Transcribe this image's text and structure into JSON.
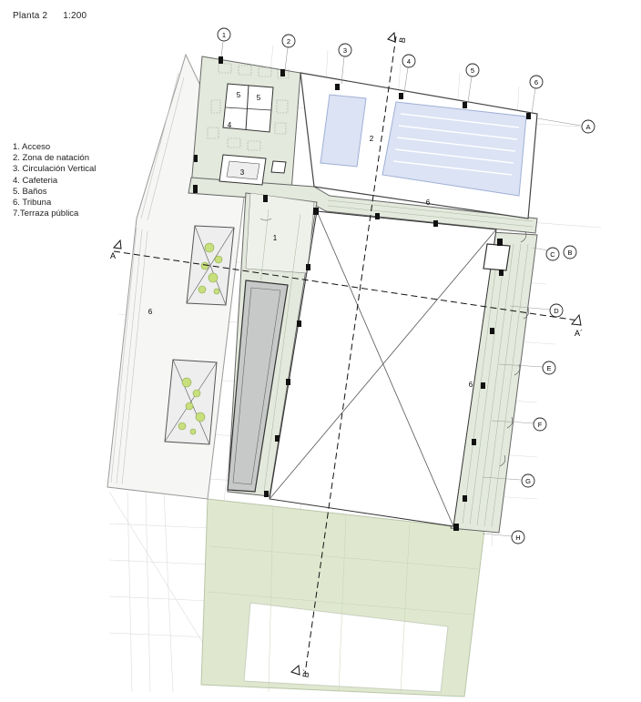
{
  "title": {
    "plan": "Planta 2",
    "scale": "1:200"
  },
  "legend": [
    "1. Acceso",
    "2. Zona de natación",
    "3. Circulación Vertical",
    "4. Cafeteria",
    "5. Baños",
    "6. Tribuna",
    "7.Terraza pública"
  ],
  "grid_axes": {
    "numbers": [
      "1",
      "2",
      "3",
      "4",
      "5",
      "6"
    ],
    "letters": [
      "A",
      "B",
      "C",
      "D",
      "E",
      "F",
      "G",
      "H"
    ]
  },
  "sections": {
    "a": "A",
    "a_prime": "A´",
    "b": "B",
    "b_prime": "B´"
  },
  "room_labels": {
    "acceso": "1",
    "natacion": "2",
    "circulacion": "3",
    "cafeteria": "4",
    "banos_1": "5",
    "banos_2": "5",
    "tribuna_top": "6",
    "tribuna_right": "6",
    "tribuna_left": "6"
  },
  "colors": {
    "floor_green": "#e3e9dc",
    "lawn_green": "#dfe8cf",
    "pool_blue": "#dbe3f4",
    "pool_edge": "#9fb0d6",
    "pillar": "#111111",
    "ramp": "#c7c9c9",
    "tree": "#c8df7e"
  }
}
